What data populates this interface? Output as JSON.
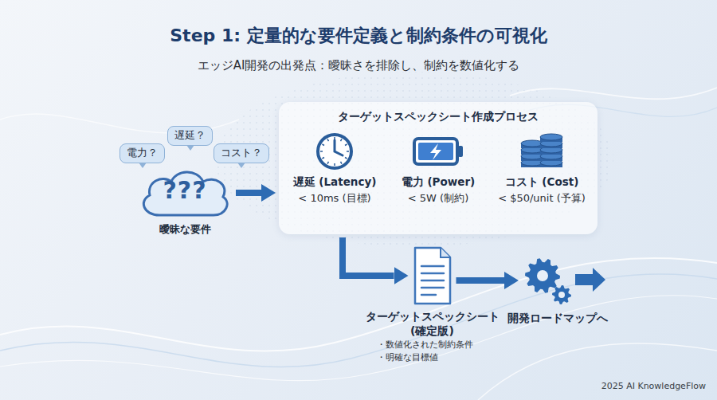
{
  "diagram": {
    "title": "Step 1: 定量的な要件定義と制約条件の可視化",
    "nodes": [
      {
        "text": [
          "電力？"
        ]
      },
      {
        "text": [
          "遅延？"
        ]
      },
      {
        "text": [
          "コスト？"
        ]
      },
      {
        "text": [
          "???",
          "曖昧な要件"
        ]
      },
      {
        "text": [
          "ターゲットスペックシート作成プロセス"
        ]
      },
      {
        "text": [
          "遅延 (Latency)",
          "< 10ms (目標)"
        ],
        "in": 4
      },
      {
        "text": [
          "電力 (Power)",
          "< 5W (制約)"
        ],
        "in": 4
      },
      {
        "text": [
          "コスト (Cost)",
          "< $50/unit (予算)"
        ],
        "in": 4
      },
      {
        "text": [
          "ターゲットスペックシート (確定版)",
          "・数値化された制約条件",
          "・明確な目標値"
        ]
      },
      {
        "text": [
          "開発ロードマップへ"
        ]
      }
    ],
    "edges": [
      {
        "from": 3,
        "to": 4,
        "arrow": "to"
      },
      {
        "from": 4,
        "to": 8,
        "arrow": "to"
      },
      {
        "from": 8,
        "to": 9,
        "arrow": "to"
      }
    ],
    "labels": [
      "エッジAI開発の出発点：曖昧さを排除し、制約を数値化する",
      "2025 AI KnowledgeFlow"
    ]
  }
}
